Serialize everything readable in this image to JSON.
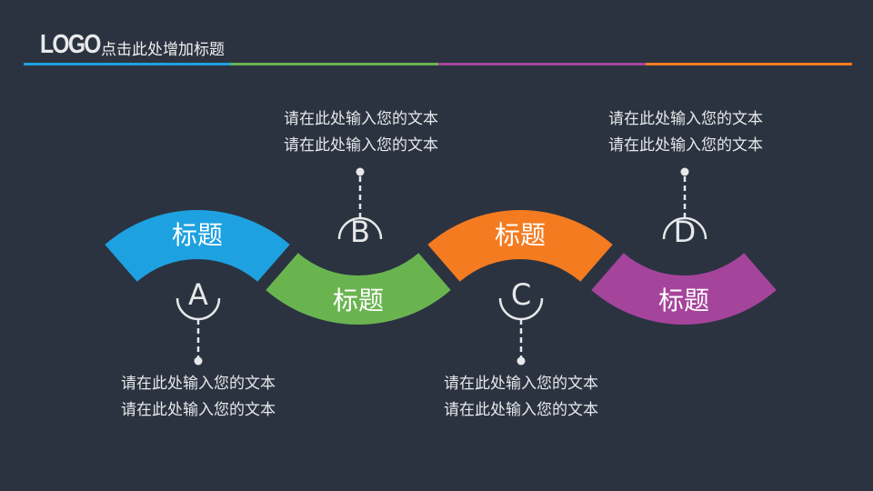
{
  "header": {
    "logo": "LOGO",
    "title": "点击此处增加标题"
  },
  "colors": {
    "blue": "#1ea1e0",
    "green": "#6ab450",
    "purple": "#a5449b",
    "orange": "#f47b20",
    "background": "#2b3340"
  },
  "steps": [
    {
      "letter": "A",
      "label": "标题",
      "color": "#1ea1e0",
      "text": [
        "请在此处输入您的文本",
        "请在此处输入您的文本"
      ]
    },
    {
      "letter": "B",
      "label": "标题",
      "color": "#6ab450",
      "text": [
        "请在此处输入您的文本",
        "请在此处输入您的文本"
      ]
    },
    {
      "letter": "C",
      "label": "标题",
      "color": "#f47b20",
      "text": [
        "请在此处输入您的文本",
        "请在此处输入您的文本"
      ]
    },
    {
      "letter": "D",
      "label": "标题",
      "color": "#a5449b",
      "text": [
        "请在此处输入您的文本",
        "请在此处输入您的文本"
      ]
    }
  ]
}
